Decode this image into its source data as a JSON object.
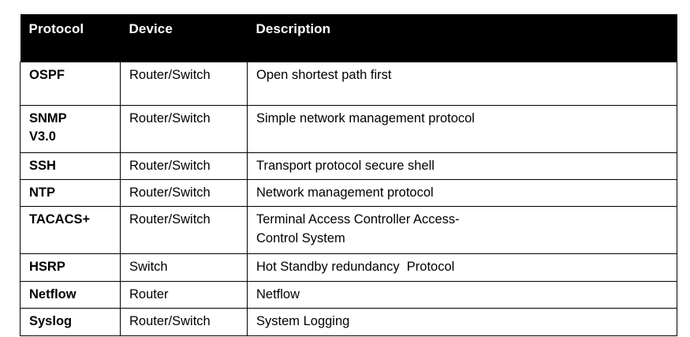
{
  "table": {
    "columns": [
      "Protocol",
      "Device",
      "Description"
    ],
    "header_background": "#000000",
    "header_text_color": "#ffffff",
    "border_color": "#000000",
    "page_background": "#ffffff",
    "rows": [
      {
        "protocol": "OSPF",
        "protocol_line2": "",
        "device": "Router/Switch",
        "description": "Open shortest path first",
        "description_line2": ""
      },
      {
        "protocol": "SNMP",
        "protocol_line2": "V3.0",
        "device": "Router/Switch",
        "description": "Simple network management protocol",
        "description_line2": ""
      },
      {
        "protocol": "SSH",
        "protocol_line2": "",
        "device": "Router/Switch",
        "description": "Transport protocol secure shell",
        "description_line2": ""
      },
      {
        "protocol": "NTP",
        "protocol_line2": "",
        "device": "Router/Switch",
        "description": "Network management protocol",
        "description_line2": ""
      },
      {
        "protocol": "TACACS+",
        "protocol_line2": "",
        "device": "Router/Switch",
        "description": "Terminal Access Controller Access-",
        "description_line2": "Control System"
      },
      {
        "protocol": "HSRP",
        "protocol_line2": "",
        "device": "Switch",
        "description": "Hot Standby redundancy  Protocol",
        "description_line2": ""
      },
      {
        "protocol": "Netflow",
        "protocol_line2": "",
        "device": "Router",
        "description": "Netflow",
        "description_line2": ""
      },
      {
        "protocol": "Syslog",
        "protocol_line2": "",
        "device": "Router/Switch",
        "description": "System Logging",
        "description_line2": ""
      }
    ]
  }
}
